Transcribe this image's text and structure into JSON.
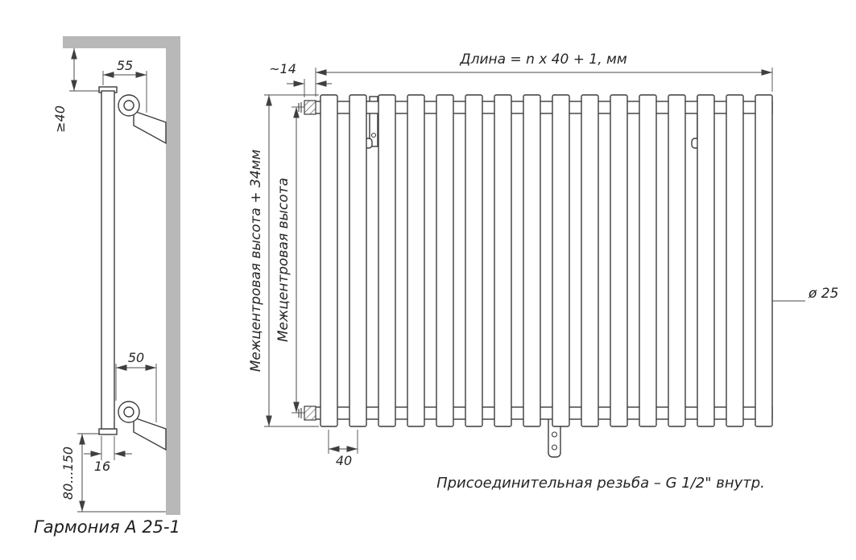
{
  "title_label": "Гармония А 25-1",
  "side_view": {
    "dim_top_width": "55",
    "dim_top_clearance": "≥40",
    "dim_bottom_width": "50",
    "dim_depth": "16",
    "dim_floor_clearance": "80...150"
  },
  "front_view": {
    "dim_stub_length": "~14",
    "dim_length_formula": "Длина = n x 40 + 1, мм",
    "dim_overall_height": "Межцентровая высота + 34мм",
    "dim_center_height": "Межцентровая высота",
    "dim_tube_pitch": "40",
    "dim_tube_diameter": "ø 25",
    "thread_note": "Присоединительная резьба – G 1/2\" внутр."
  },
  "colors": {
    "line": "#3c3c3c",
    "wall": "#b8b8b8",
    "text": "#262626"
  }
}
